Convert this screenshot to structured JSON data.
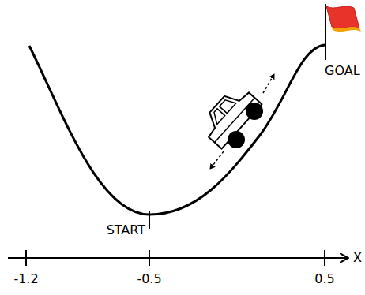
{
  "diagram": {
    "labels": [
      "START",
      "GOAL",
      "-1.2",
      "-0.5",
      "0.5",
      "X"
    ]
  }
}
